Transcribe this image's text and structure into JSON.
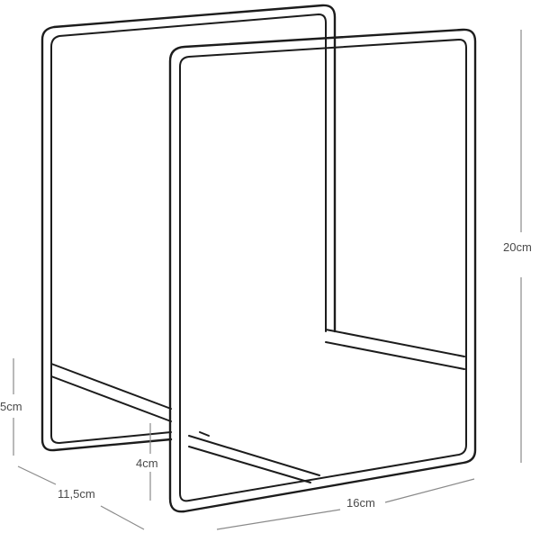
{
  "dimensions": {
    "height": "20cm",
    "width": "16cm",
    "depth": "11,5cm",
    "side_bar_height": "5cm",
    "base_bar_height": "4cm"
  },
  "colors": {
    "frame": "#1c1c1c",
    "dimension_line": "#8a8a8a",
    "label": "#4a4a4a",
    "background": "#ffffff"
  }
}
